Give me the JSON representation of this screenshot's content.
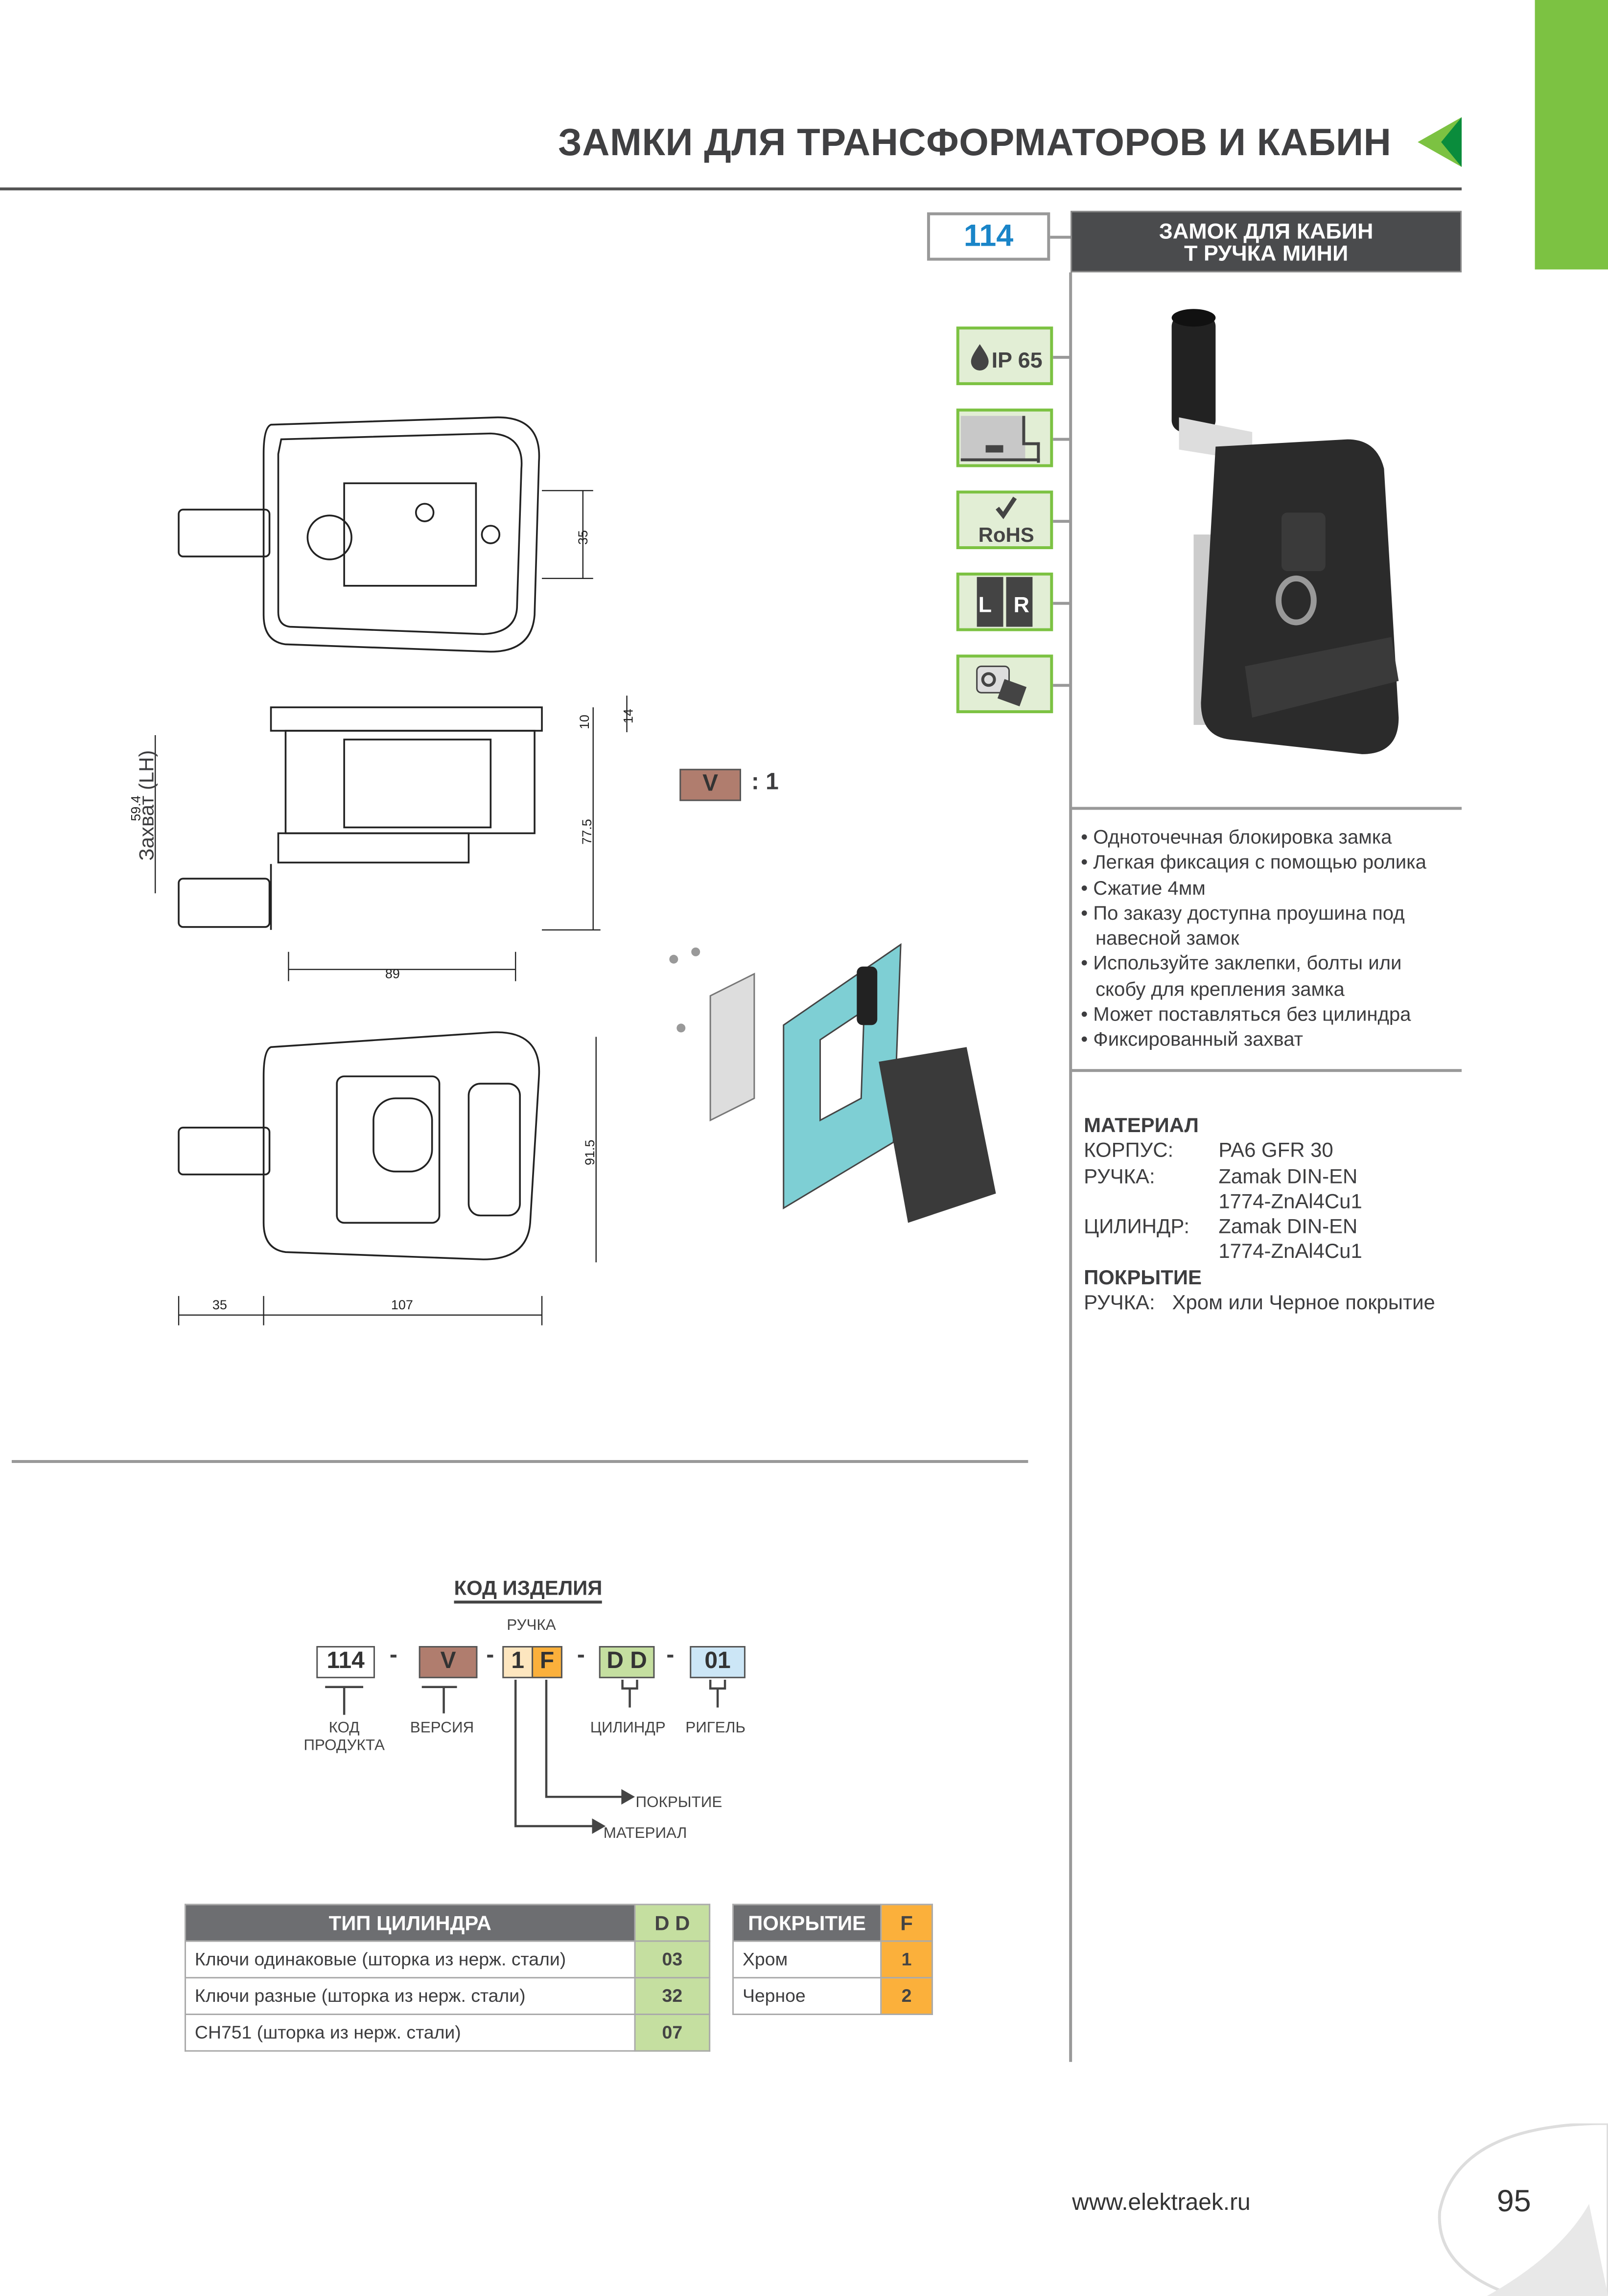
{
  "header": {
    "title": "ЗАМКИ ДЛЯ ТРАНСФОРМАТОРОВ И КАБИН"
  },
  "product": {
    "code": "114",
    "name_line1": "ЗАМОК ДЛЯ КАБИН",
    "name_line2": "Т РУЧКА  МИНИ"
  },
  "badges": [
    {
      "icon": "ip65-icon",
      "label": "IP 65"
    },
    {
      "icon": "mounting-icon"
    },
    {
      "icon": "rohs-icon",
      "label": "RoHS"
    },
    {
      "icon": "left-right-icon",
      "left": "L",
      "right": "R"
    },
    {
      "icon": "padlock-icon"
    }
  ],
  "drawing": {
    "dims": {
      "d35": "35",
      "d10": "10",
      "d14": "14",
      "d775": "77.5",
      "d594": "59.4",
      "d89": "89",
      "d915": "91.5",
      "d35b": "35",
      "d107": "107"
    },
    "grip_label": "Захват (LH)",
    "version": "V",
    "scale": ": 1"
  },
  "features": [
    "• Одноточечная блокировка замка",
    "• Легкая фиксация с помощью ролика",
    "• Сжатие 4мм",
    "• По заказу доступна проушина под навесной замок",
    "• Используйте заклепки, болты или скобу для крепления замка",
    "• Может поставляться без цилиндра",
    "• Фиксированный захват"
  ],
  "material": {
    "title": "МАТЕРИАЛ",
    "rows": [
      {
        "k": "КОРПУС:",
        "v": "PA6 GFR 30"
      },
      {
        "k": "РУЧКА:",
        "v": "Zamak DIN-EN 1774-ZnAl4Cu1"
      },
      {
        "k": "ЦИЛИНДР:",
        "v": "Zamak DIN-EN 1774-ZnAl4Cu1"
      }
    ],
    "coating_title": "ПОКРЫТИЕ",
    "coating_key": "РУЧКА:",
    "coating_value": "Хром или Черное покрытие"
  },
  "code": {
    "title": "КОД ИЗДЕЛИЯ",
    "handle": "РУЧКА",
    "parts": {
      "product": "114",
      "version": "V",
      "material": "1",
      "coating": "F",
      "cylinder": "D D",
      "bolt": "01"
    },
    "dash": "-",
    "labels": {
      "product": "КОД ПРОДУКТА",
      "version": "ВЕРСИЯ",
      "cylinder": "ЦИЛИНДР",
      "bolt": "РИГЕЛЬ",
      "coating": "ПОКРЫТИЕ",
      "material": "МАТЕРИАЛ"
    }
  },
  "cylinder_table": {
    "header": "ТИП ЦИЛИНДРА",
    "code_header": "D D",
    "rows": [
      {
        "label": "Ключи одинаковые (шторка из нерж. стали)",
        "code": "03"
      },
      {
        "label": "Ключи разные (шторка из нерж. стали)",
        "code": "32"
      },
      {
        "label": "CH751 (шторка из нерж. стали)",
        "code": "07"
      }
    ]
  },
  "coating_table": {
    "header": "ПОКРЫТИЕ",
    "code_header": "F",
    "rows": [
      {
        "label": "Хром",
        "code": "1"
      },
      {
        "label": "Черное",
        "code": "2"
      }
    ]
  },
  "footer": {
    "url": "www.elektraek.ru",
    "page": "95"
  },
  "colors": {
    "green": "#7cc242",
    "blue": "#1a85c8",
    "dark": "#4a4b4d",
    "orange": "#fbb03b",
    "brown": "#b07d6e"
  }
}
